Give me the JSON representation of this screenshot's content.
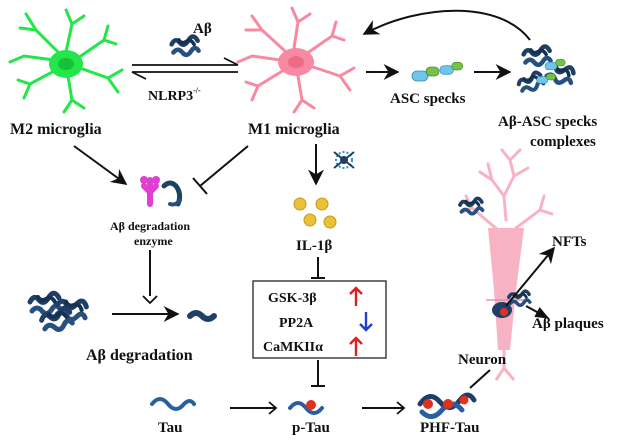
{
  "labels": {
    "m2": "M2 microglia",
    "m1": "M1 microglia",
    "abeta_top": "Aβ",
    "nlrp3": "NLRP3",
    "nlrp3_sup": "-/-",
    "asc_specks": "ASC specks",
    "abeta_asc_1": "Aβ-ASC specks",
    "abeta_asc_2": "complexes",
    "enzyme_1": "Aβ degradation",
    "enzyme_2": "enzyme",
    "il1b": "IL-1β",
    "box_rows": [
      "GSK-3β",
      "PP2A",
      "CaMKIIα"
    ],
    "ab_degradation": "Aβ degradation",
    "nfts": "NFTs",
    "ab_plaques": "Aβ plaques",
    "neuron": "Neuron",
    "tau": "Tau",
    "ptau": "p-Tau",
    "phf_tau": "PHF-Tau"
  },
  "box_regulation": [
    "up",
    "down",
    "up"
  ],
  "icons": {
    "m2_cell": "green-microglia-icon",
    "m1_cell": "pink-microglia-icon",
    "neuron_cell": "neuron-icon",
    "abeta": "amyloid-beta-aggregate-icon",
    "asc": "asc-speck-icon",
    "enzyme": "degradation-enzyme-icon",
    "cytokine": "il1b-dots-icon"
  },
  "colors": {
    "m2": "#22e64a",
    "m1": "#f78aa2",
    "neuron": "#f7b3c4",
    "abeta": "#1e3f66",
    "tau": "#2a5f9e",
    "phospho": "#e03020",
    "enzyme": "#e040d0",
    "il1b": "#e8c23a",
    "asc_blue": "#6cc6ee",
    "asc_green": "#74c24a",
    "up_arrow": "#e02020",
    "down_arrow": "#2040d0"
  }
}
